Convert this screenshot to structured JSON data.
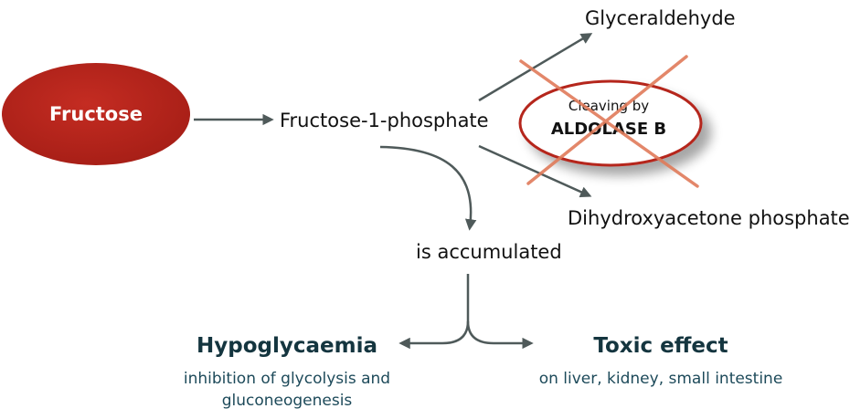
{
  "diagram": {
    "fructose": "Fructose",
    "fructose_1_phosphate": "Fructose-1-phosphate",
    "glyceraldehyde": "Glyceraldehyde",
    "dihydroxyacetone_phosphate": "Dihydroxyacetone phosphate",
    "enzyme": {
      "line1": "Cleaving by",
      "line2": "ALDOLASE B",
      "status": "blocked"
    },
    "accumulated": "is accumulated",
    "outcomes": {
      "left": {
        "title": "Hypoglycaemia",
        "desc_line1": "inhibition of glycolysis and",
        "desc_line2": "gluconeogenesis"
      },
      "right": {
        "title": "Toxic effect",
        "desc_line1": "on liver, kidney, small intestine"
      }
    }
  },
  "colors": {
    "fructose_fill": "#b5251c",
    "cross": "#e07b5a",
    "arrow": "#4f5a5a",
    "heading": "#14353f",
    "subtext": "#1d4a5a"
  }
}
